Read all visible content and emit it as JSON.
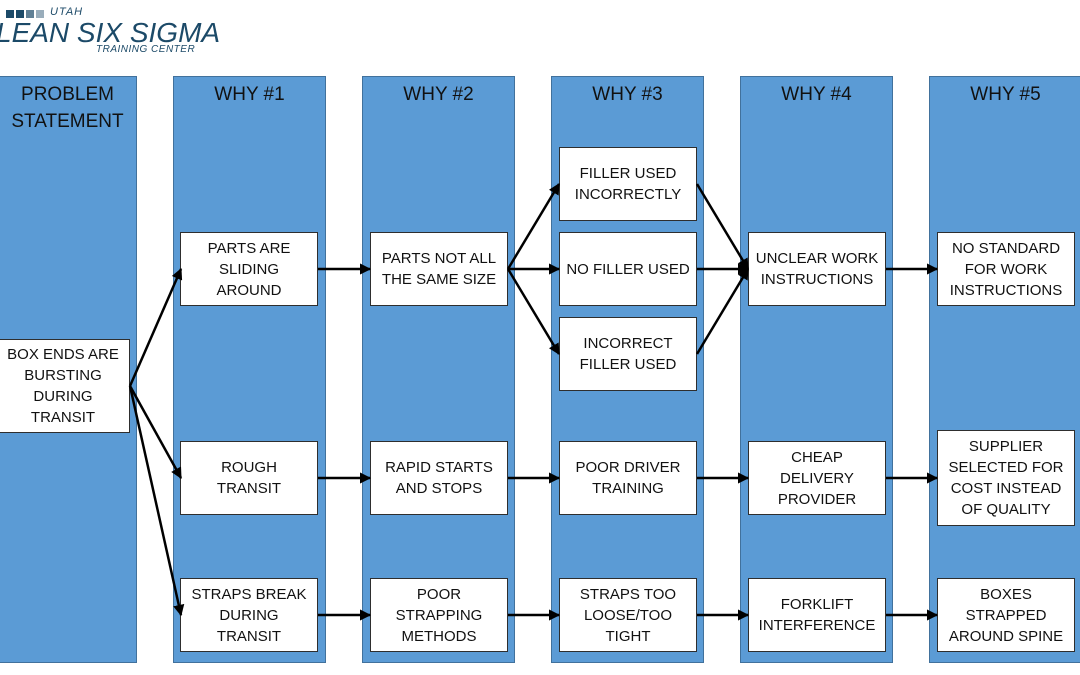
{
  "logo": {
    "top_text": "UTAH",
    "main_text": "LEAN SIX SIGMA",
    "sub_text": "TRAINING CENTER"
  },
  "columns": [
    {
      "title": "PROBLEM\nSTATEMENT"
    },
    {
      "title": "WHY #1"
    },
    {
      "title": "WHY #2"
    },
    {
      "title": "WHY #3"
    },
    {
      "title": "WHY #4"
    },
    {
      "title": "WHY #5"
    }
  ],
  "boxes": {
    "problem": "BOX ENDS ARE\nBURSTING\nDURING\nTRANSIT",
    "why1_a": "PARTS ARE\nSLIDING\nAROUND",
    "why1_b": "ROUGH\nTRANSIT",
    "why1_c": "STRAPS BREAK\nDURING\nTRANSIT",
    "why2_a": "PARTS NOT ALL\nTHE SAME SIZE",
    "why2_b": "RAPID STARTS\nAND STOPS",
    "why2_c": "POOR\nSTRAPPING\nMETHODS",
    "why3_a": "FILLER USED\nINCORRECTLY",
    "why3_b": "NO FILLER USED",
    "why3_c": "INCORRECT\nFILLER USED",
    "why3_d": "POOR DRIVER\nTRAINING",
    "why3_e": "STRAPS TOO\nLOOSE/TOO\nTIGHT",
    "why4_a": "UNCLEAR WORK\nINSTRUCTIONS",
    "why4_b": "CHEAP\nDELIVERY\nPROVIDER",
    "why4_c": "FORKLIFT\nINTERFERENCE",
    "why5_a": "NO STANDARD\nFOR WORK\nINSTRUCTIONS",
    "why5_b": "SUPPLIER\nSELECTED FOR\nCOST INSTEAD\nOF QUALITY",
    "why5_c": "BOXES\nSTRAPPED\nAROUND SPINE"
  }
}
